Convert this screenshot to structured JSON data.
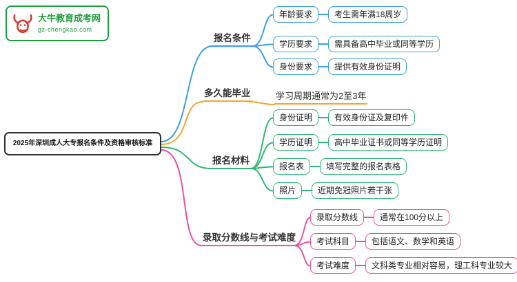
{
  "logo": {
    "title": "大牛教育成考网",
    "url": "gz-chengkao.com",
    "color": "#1f9d3f",
    "icon_color": "#d5372c"
  },
  "root": {
    "label": "2025年深圳成人大专报名条件及资格审核标准"
  },
  "branches": [
    {
      "label": "报名条件",
      "color": "#3b9fe0",
      "children": [
        {
          "label": "年龄要求",
          "value": "考生需年满18周岁"
        },
        {
          "label": "学历要求",
          "value": "需具备高中毕业或同等学历"
        },
        {
          "label": "身份要求",
          "value": "提供有效身份证明"
        }
      ]
    },
    {
      "label": "多久能毕业",
      "color": "#f6a52d",
      "children": [
        {
          "value": "学习周期通常为2至3年"
        }
      ]
    },
    {
      "label": "报名材料",
      "color": "#2eb872",
      "children": [
        {
          "label": "身份证明",
          "value": "有效身份证及复印件"
        },
        {
          "label": "学历证明",
          "value": "高中毕业证书或同等学历证明"
        },
        {
          "label": "报名表",
          "value": "填写完整的报名表格"
        },
        {
          "label": "照片",
          "value": "近期免冠照片若干张"
        }
      ]
    },
    {
      "label": "录取分数线与考试难度",
      "color": "#ee4e9c",
      "children": [
        {
          "label": "录取分数线",
          "value": "通常在100分以上"
        },
        {
          "label": "考试科目",
          "value": "包括语文、数学和英语"
        },
        {
          "label": "考试难度",
          "value": "文科类专业相对容易，理工科专业较大"
        }
      ]
    }
  ]
}
